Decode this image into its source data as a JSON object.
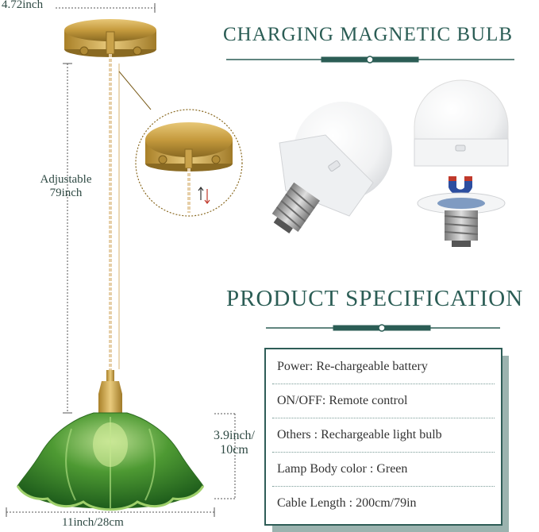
{
  "dimensions": {
    "canopy_width": "4.72inch",
    "cord_adjustable_line1": "Adjustable",
    "cord_adjustable_line2": "79inch",
    "shade_height_line1": "3.9inch/",
    "shade_height_line2": "10cm",
    "shade_width": "11inch/28cm"
  },
  "headings": {
    "bulb": "CHARGING MAGNETIC BULB",
    "spec": "PRODUCT SPECIFICATION"
  },
  "specifications": [
    "Power: Re-chargeable battery",
    "ON/OFF: Remote control",
    "Others : Rechargeable light bulb",
    "Lamp Body color : Green",
    "Cable Length : 200cm/79in"
  ],
  "colors": {
    "heading": "#2b5d55",
    "brass": "#c9a24a",
    "glass_green": "#3f8f2e",
    "box_border": "#2e5d57",
    "box_shadow": "#9bb3af"
  }
}
